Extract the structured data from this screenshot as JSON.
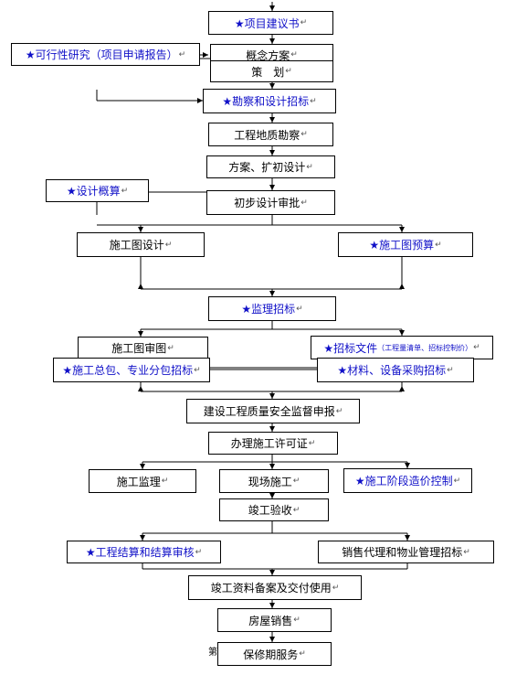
{
  "return_mark": "↵",
  "nodes": {
    "proposal": "★项目建议书",
    "feasibility": "★可行性研究（项目申请报告）",
    "concept": "概念方案",
    "planning": "策　划",
    "survey_tender": "★勘察和设计招标",
    "geo_survey": "工程地质勘察",
    "scheme_design": "方案、扩初设计",
    "design_estimate": "★设计概算",
    "prelim_approval": "初步设计审批",
    "construction_drawing": "施工图设计",
    "drawing_budget": "★施工图预算",
    "supervision_tender": "★监理招标",
    "drawing_review": "施工图审图",
    "tender_docs": "★招标文件",
    "tender_docs_note": "（工程量清单、招标控制价）",
    "general_contract": "★施工总包、专业分包招标",
    "material_procurement": "★材料、设备采购招标",
    "quality_safety": "建设工程质量安全监督申报",
    "permit": "办理施工许可证",
    "site_supervision": "施工监理",
    "site_construction": "现场施工",
    "cost_control": "★施工阶段造价控制",
    "completion_acceptance": "竣工验收",
    "settlement_audit": "★工程结算和结算审核",
    "sales_agency": "销售代理和物业管理招标",
    "archive_delivery": "竣工资料备案及交付使用",
    "housing_sales": "房屋销售",
    "warranty": "保修期服务"
  },
  "page_mark": "第"
}
